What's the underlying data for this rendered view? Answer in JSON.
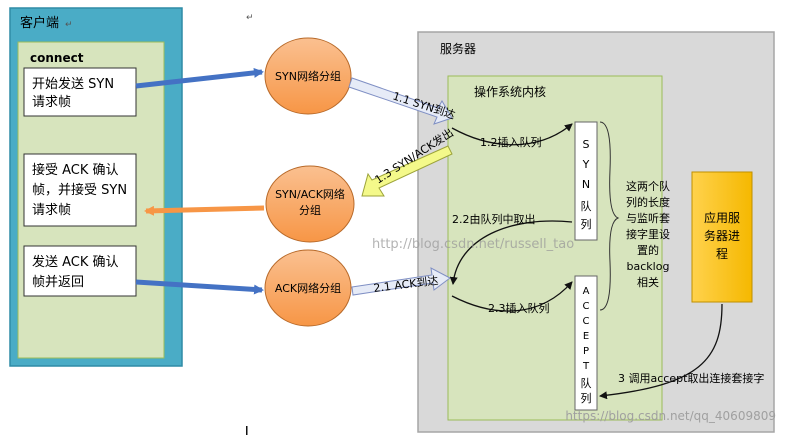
{
  "client": {
    "title": "客户端",
    "mark": "↵",
    "connect_label": "connect",
    "box1": [
      "开始发送 SYN",
      "请求帧"
    ],
    "box2": [
      "接受 ACK 确认",
      "帧，并接受 SYN",
      "请求帧"
    ],
    "box3": [
      "发送 ACK 确认",
      "帧并返回"
    ]
  },
  "packets": {
    "syn": "SYN网络分组",
    "synack": [
      "SYN/ACK网络",
      "分组"
    ],
    "ack": "ACK网络分组"
  },
  "server": {
    "title": "服务器",
    "kernel": "操作系统内核",
    "syn_queue": [
      "S",
      "Y",
      "N",
      "队",
      "列"
    ],
    "accept_queue": [
      "A",
      "C",
      "C",
      "E",
      "P",
      "T",
      "队",
      "列"
    ],
    "note": [
      "这两个队",
      "列的长度",
      "与监听套",
      "接字里设",
      "置的",
      "backlog",
      "相关"
    ],
    "app": [
      "应用服",
      "务器进",
      "程"
    ]
  },
  "steps": {
    "s11": "1.1 SYN到达",
    "s12": "1.2插入队列",
    "s13": "1.3 SYN/ACK发出",
    "s21": "2.1 ACK到达",
    "s22": "2.2由队列中取出",
    "s23": "2.3插入队列",
    "s3": "3 调用accept取出连接套接字"
  },
  "watermarks": {
    "center": "http://blog.csdn.net/russell_tao",
    "corner": "https://blog.csdn.net/qq_40609809"
  },
  "colors": {
    "client_bg": "#4AACC6",
    "packet_fill": "#F79646",
    "server_bg": "#D9D9D9",
    "kernel_bg": "#D7E4BD",
    "app_fill": "#FFC000",
    "blue_arrow": "#4472C4",
    "orange_arrow": "#F79646"
  }
}
